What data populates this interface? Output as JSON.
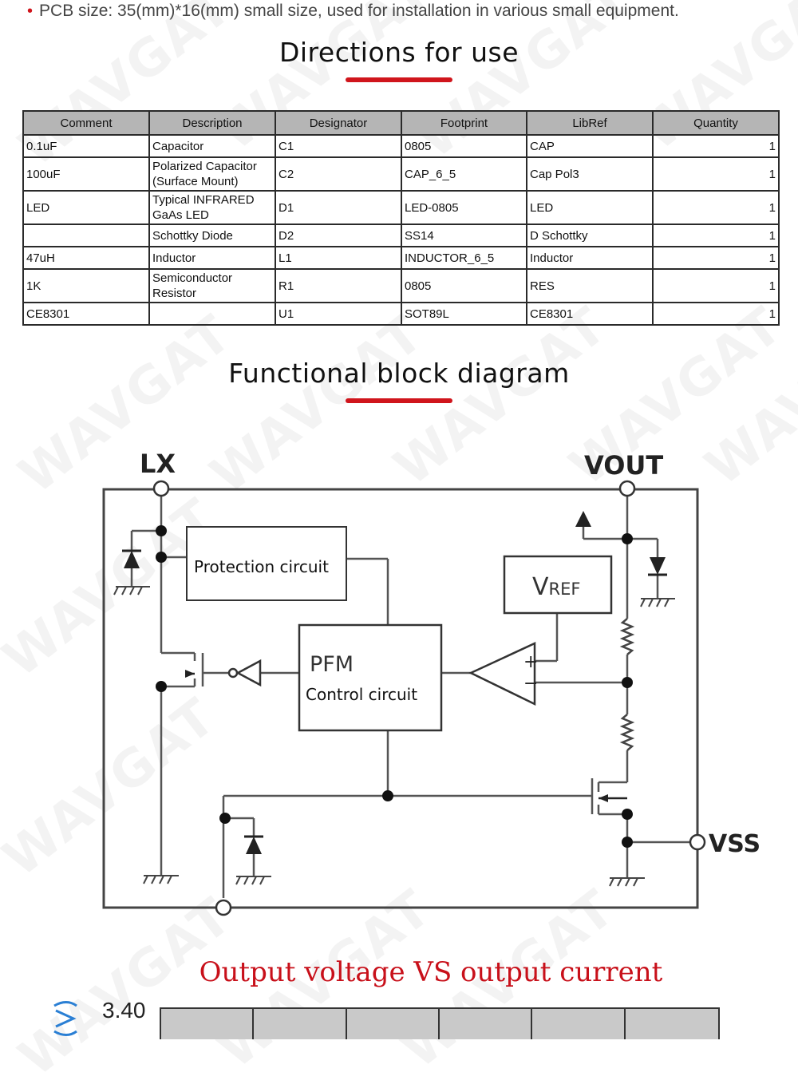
{
  "intro": {
    "bullet": "•",
    "text": "PCB size: 35(mm)*16(mm) small size, used for installation in various small equipment."
  },
  "watermark": {
    "text": "WAVGAT"
  },
  "sections": {
    "directions_title": "Directions for use",
    "block_title": "Functional block diagram",
    "chart_title": "Output voltage VS output current"
  },
  "colors": {
    "accent": "#d0151c",
    "table_header": "#b5b5b5",
    "chart_title": "#c8101a",
    "plot_bg": "#c9c9c9"
  },
  "bom": {
    "headers": [
      "Comment",
      "Description",
      "Designator",
      "Footprint",
      "LibRef",
      "Quantity"
    ],
    "rows": [
      {
        "comment": "0.1uF",
        "description": "Capacitor",
        "designator": "C1",
        "footprint": "0805",
        "libref": "CAP",
        "quantity": "1"
      },
      {
        "comment": "100uF",
        "description": "Polarized Capacitor (Surface Mount)",
        "designator": "C2",
        "footprint": "CAP_6_5",
        "libref": "Cap Pol3",
        "quantity": "1"
      },
      {
        "comment": "LED",
        "description": "Typical INFRARED GaAs LED",
        "designator": "D1",
        "footprint": "LED-0805",
        "libref": "LED",
        "quantity": "1"
      },
      {
        "comment": "",
        "description": "Schottky Diode",
        "designator": "D2",
        "footprint": "SS14",
        "libref": "D Schottky",
        "quantity": "1"
      },
      {
        "comment": "47uH",
        "description": "Inductor",
        "designator": "L1",
        "footprint": "INDUCTOR_6_5",
        "libref": "Inductor",
        "quantity": "1"
      },
      {
        "comment": "1K",
        "description": "Semiconductor Resistor",
        "designator": "R1",
        "footprint": "0805",
        "libref": "RES",
        "quantity": "1"
      },
      {
        "comment": "CE8301",
        "description": "",
        "designator": "U1",
        "footprint": "SOT89L",
        "libref": "CE8301",
        "quantity": "1"
      }
    ]
  },
  "diagram": {
    "pin_lx": "LX",
    "pin_vout": "VOUT",
    "pin_vss": "VSS",
    "protection_label": "Protection circuit",
    "pfm_label": "PFM",
    "control_label": "Control circuit",
    "vref_main": "V",
    "vref_sub": "REF",
    "plus": "+",
    "minus": "−"
  },
  "chart_data": {
    "type": "line",
    "title": "Output voltage VS output current",
    "y_ticks": [
      "3.40"
    ],
    "grid": true
  }
}
